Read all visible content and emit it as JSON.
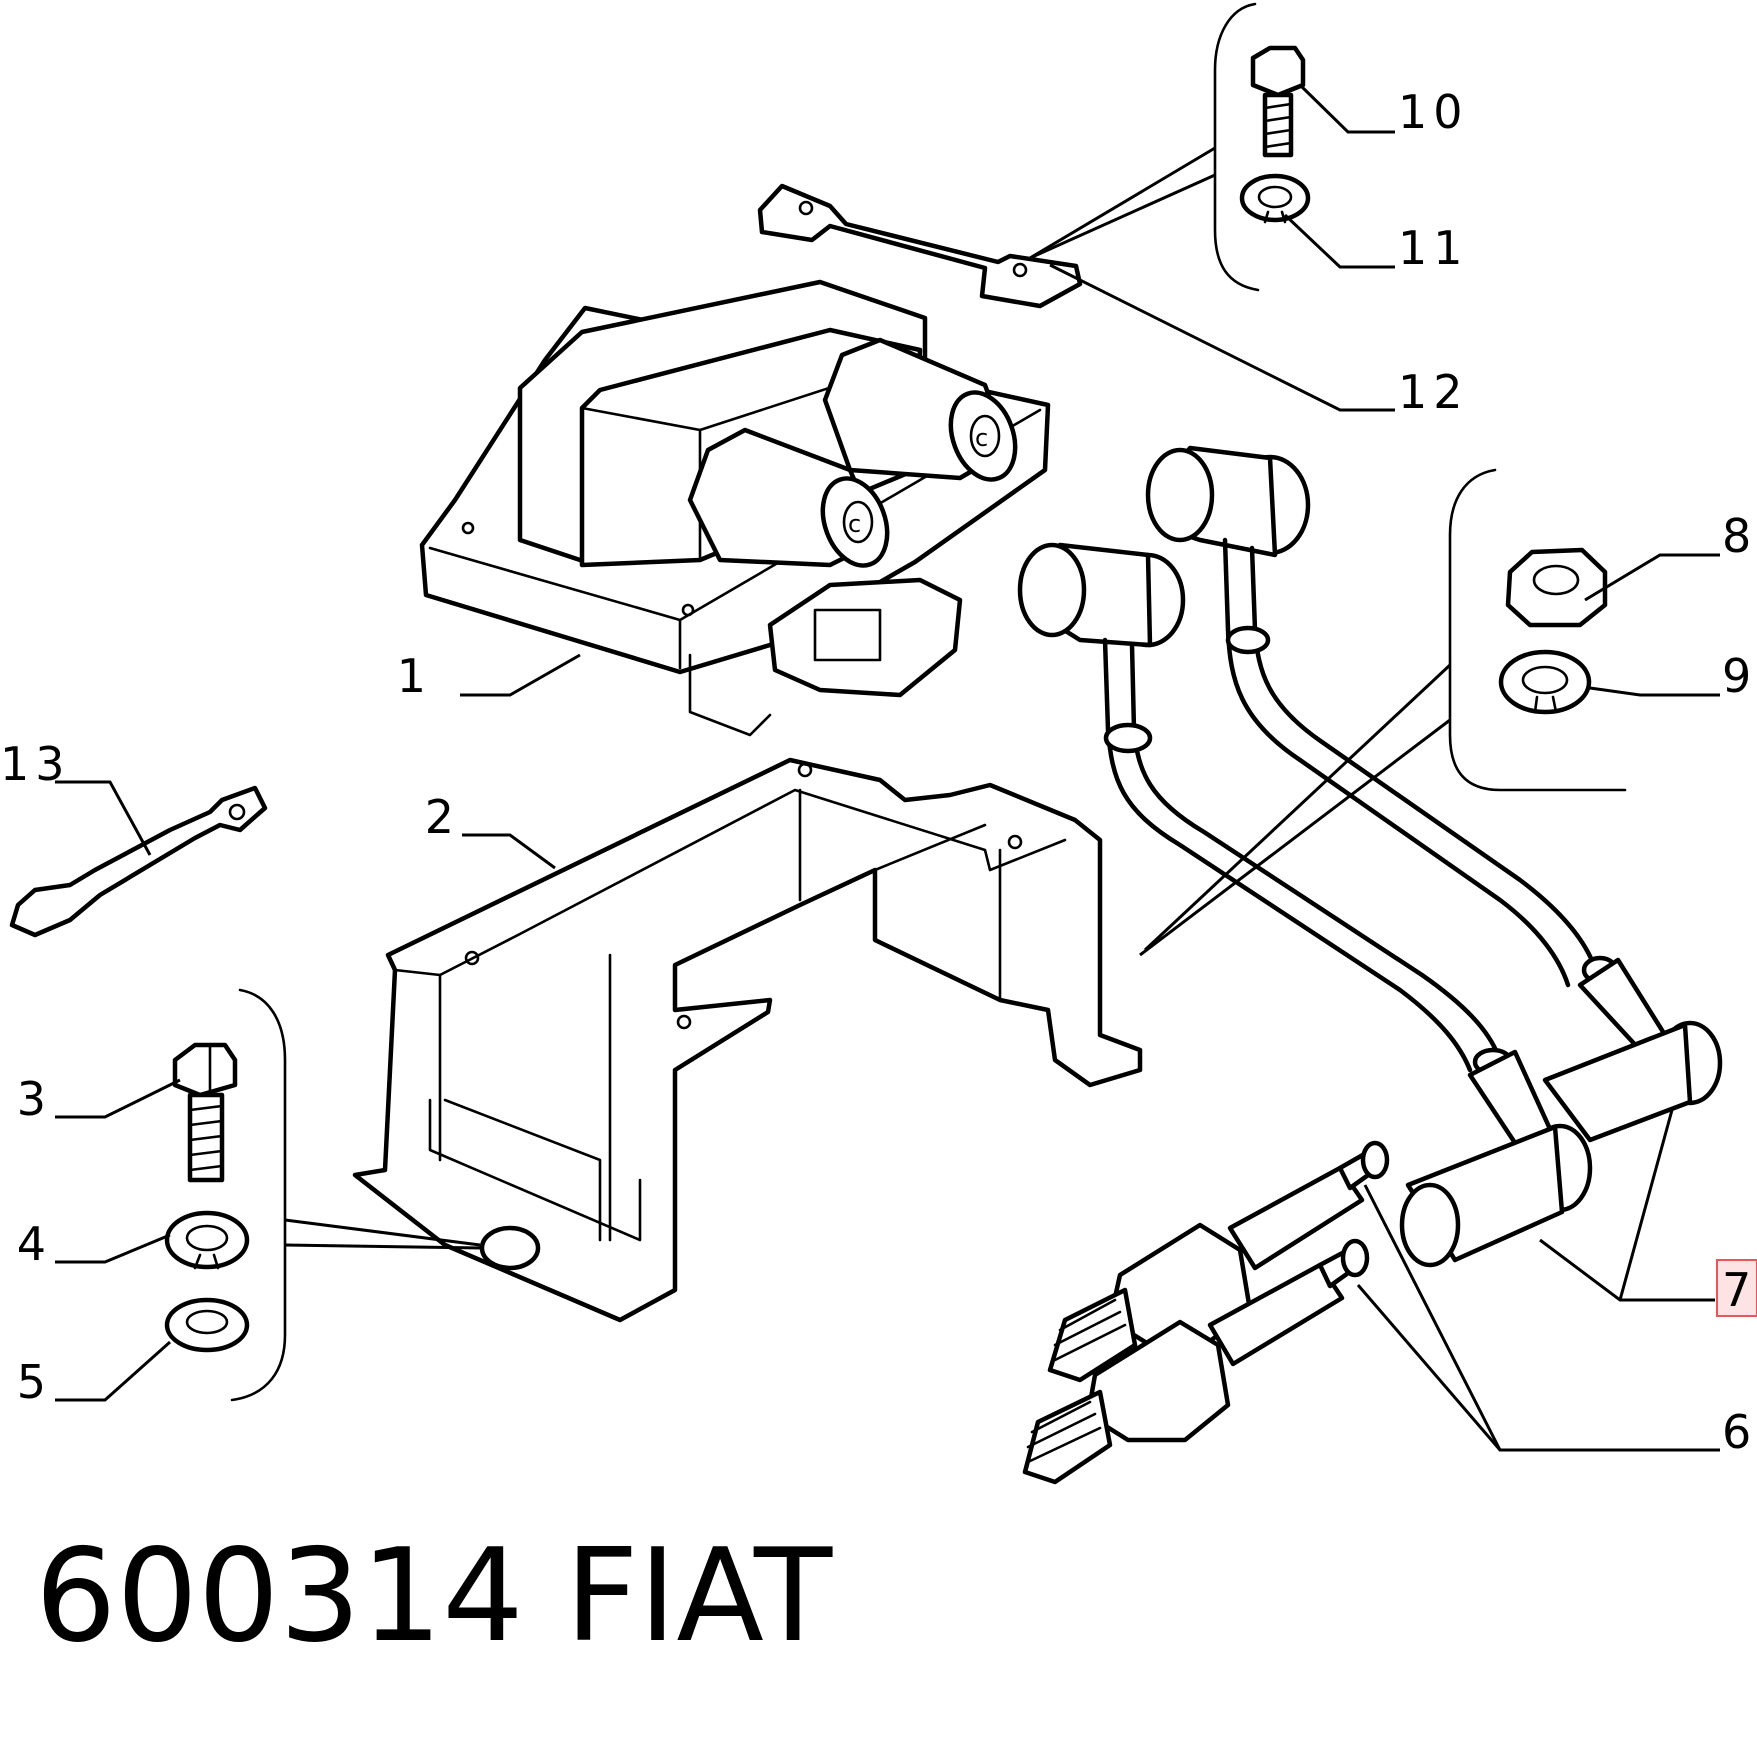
{
  "diagram": {
    "callouts": [
      {
        "id": "c1",
        "label": "1"
      },
      {
        "id": "c2",
        "label": "2"
      },
      {
        "id": "c3",
        "label": "3"
      },
      {
        "id": "c4",
        "label": "4"
      },
      {
        "id": "c5",
        "label": "5"
      },
      {
        "id": "c6",
        "label": "6"
      },
      {
        "id": "c7",
        "label": "7"
      },
      {
        "id": "c8",
        "label": "8"
      },
      {
        "id": "c9",
        "label": "9"
      },
      {
        "id": "c10",
        "label": "10"
      },
      {
        "id": "c11",
        "label": "11"
      },
      {
        "id": "c12",
        "label": "12"
      },
      {
        "id": "c13",
        "label": "13"
      }
    ],
    "highlighted_callout": "7",
    "highlight_color": "#e8555a",
    "line_color": "#000000"
  },
  "caption": {
    "part_number": "600314",
    "brand": "FIAT"
  }
}
